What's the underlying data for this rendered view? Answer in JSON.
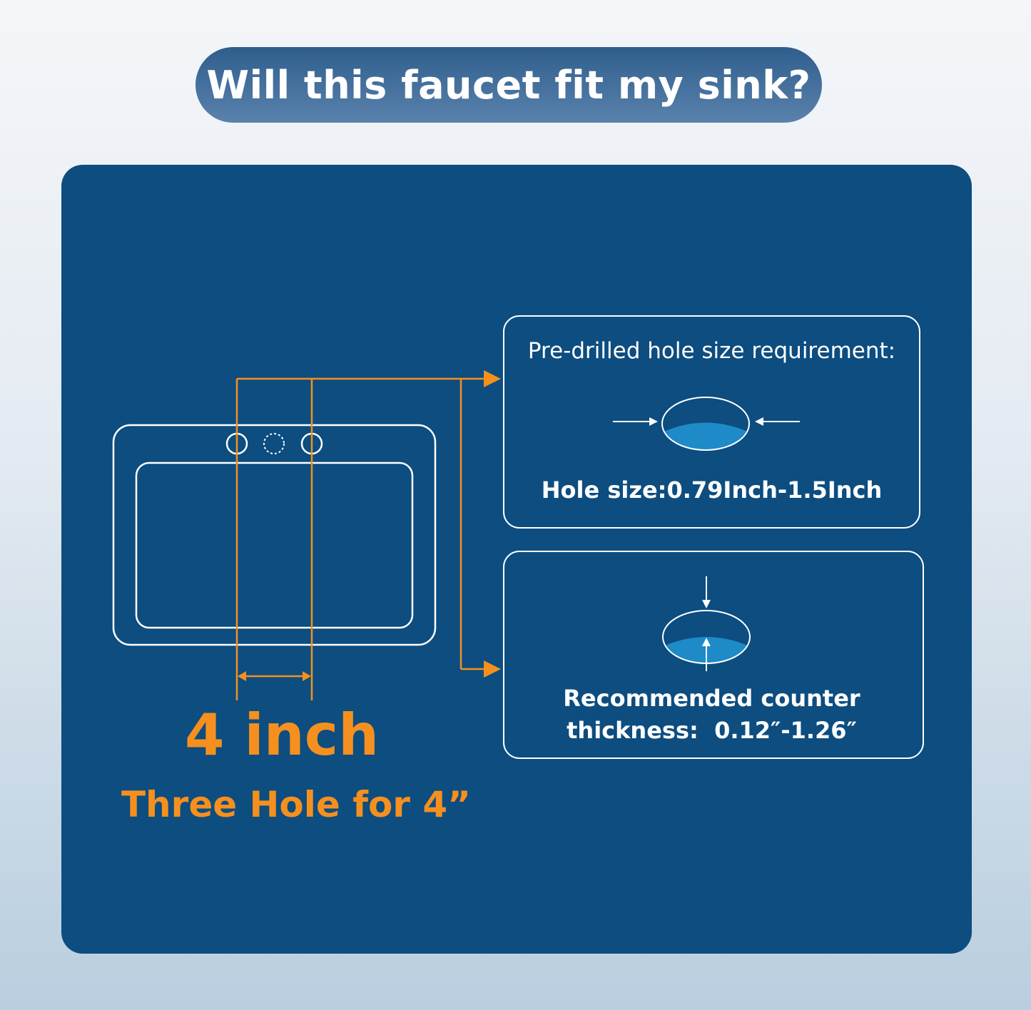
{
  "title": "Will this faucet fit my sink?",
  "colors": {
    "panel": "#0d4d80",
    "accent": "#f5901e",
    "water": "#1e8ac8",
    "outline": "#ffffff"
  },
  "sink": {
    "spacing_label": "4 inch",
    "hole_label": "Three Hole for 4”"
  },
  "hole_card": {
    "heading": "Pre-drilled hole size requirement:",
    "size_text": "Hole size:0.79Inch-1.5Inch"
  },
  "thickness_card": {
    "line1": "Recommended counter",
    "line2": "thickness:  0.12″-1.26″"
  }
}
